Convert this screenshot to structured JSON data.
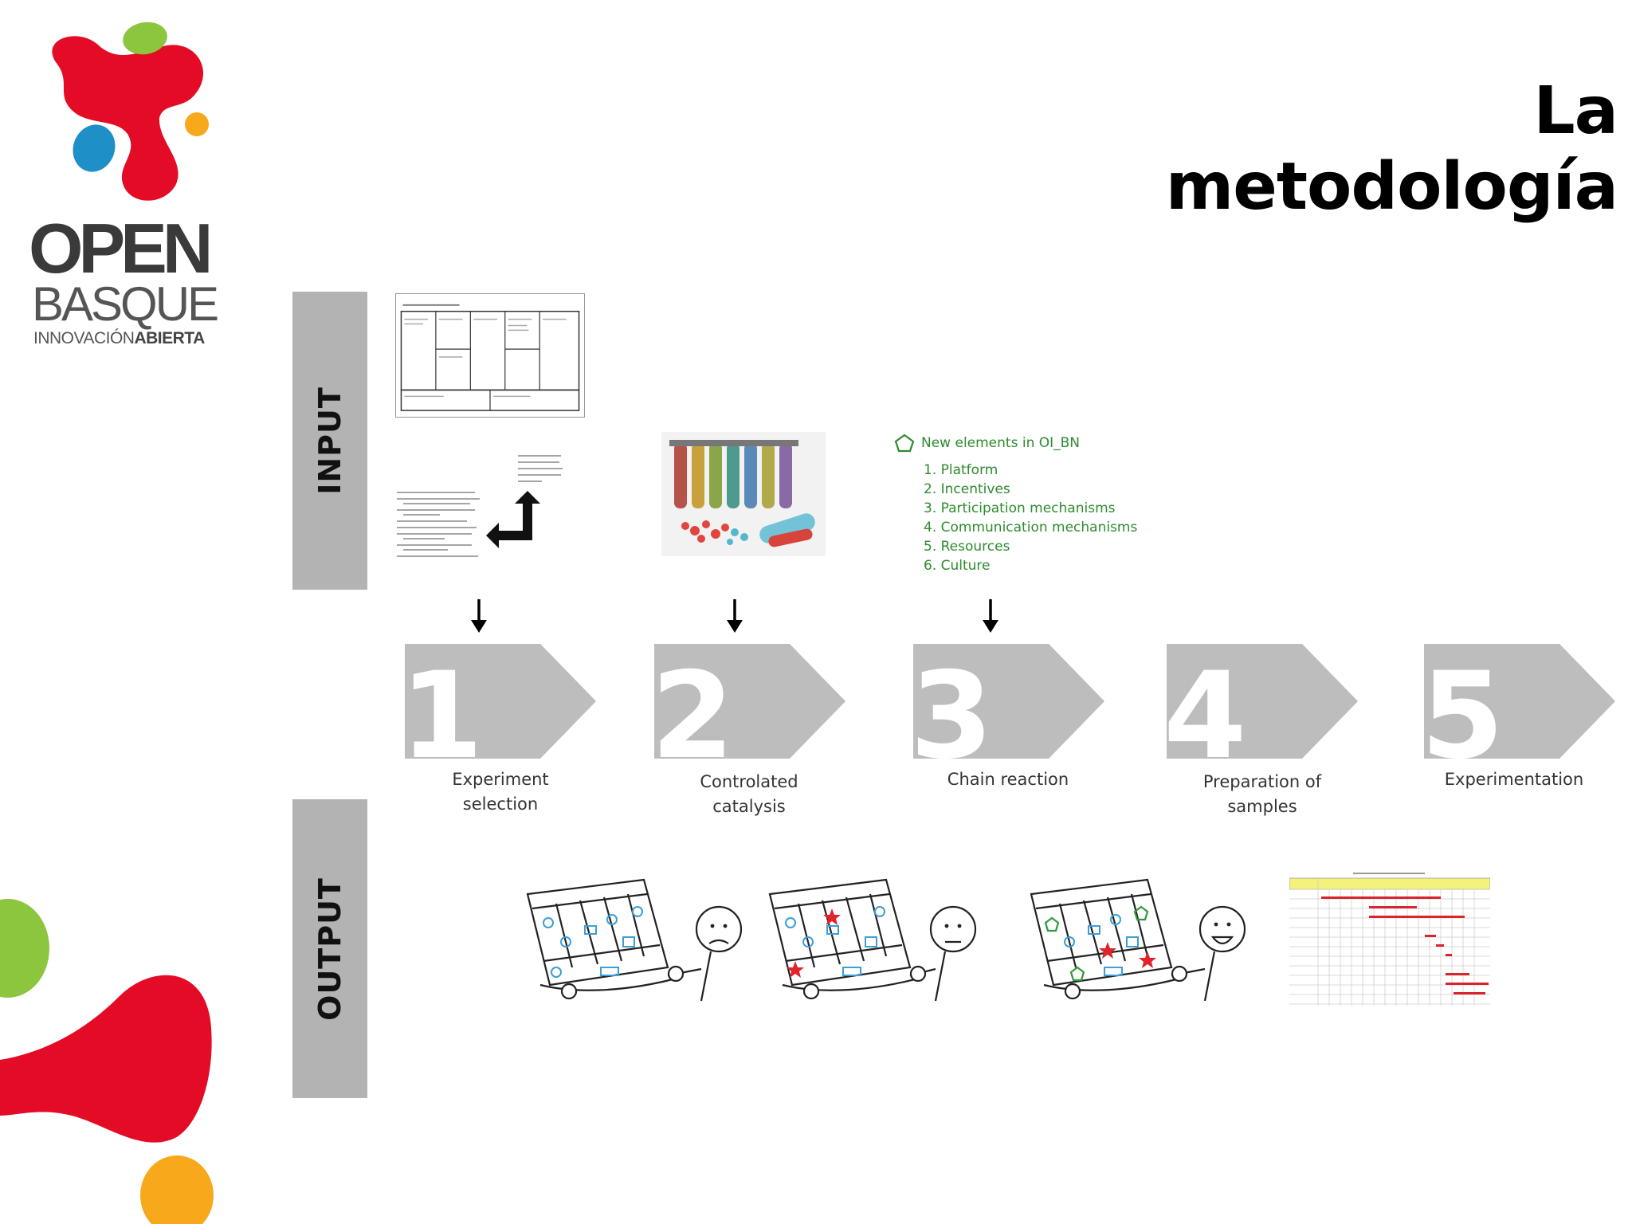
{
  "title": "La metodología",
  "logo": {
    "line1": "OPEN",
    "line2": "BASQUE",
    "tagline_light": "INNOVACIÓN",
    "tagline_bold": "ABIERTA"
  },
  "sidebars": {
    "input": "INPUT",
    "output": "OUTPUT"
  },
  "oi_elements": {
    "heading": "New elements in OI_BN",
    "items": [
      "1. Platform",
      "2. Incentives",
      "3. Participation mechanisms",
      "4. Communication mechanisms",
      "5. Resources",
      "6. Culture"
    ]
  },
  "steps": [
    {
      "number": "1",
      "label_line1": "Experiment",
      "label_line2": "selection"
    },
    {
      "number": "2",
      "label_line1": "Controlated",
      "label_line2": "catalysis"
    },
    {
      "number": "3",
      "label_line1": "Chain reaction",
      "label_line2": ""
    },
    {
      "number": "4",
      "label_line1": "Preparation of",
      "label_line2": "samples"
    },
    {
      "number": "5",
      "label_line1": "Experimentation",
      "label_line2": ""
    }
  ],
  "colors": {
    "logo_red": "#e30b25",
    "logo_green": "#8cc63f",
    "logo_blue": "#1f8fc7",
    "logo_orange": "#f7a81b",
    "chevron_grey": "#bdbdbd",
    "sidebar_grey": "#b3b3b3",
    "list_green": "#2e8b2e",
    "gantt_bar_red": "#d9232e",
    "gantt_header_yellow": "#f4f27a"
  }
}
